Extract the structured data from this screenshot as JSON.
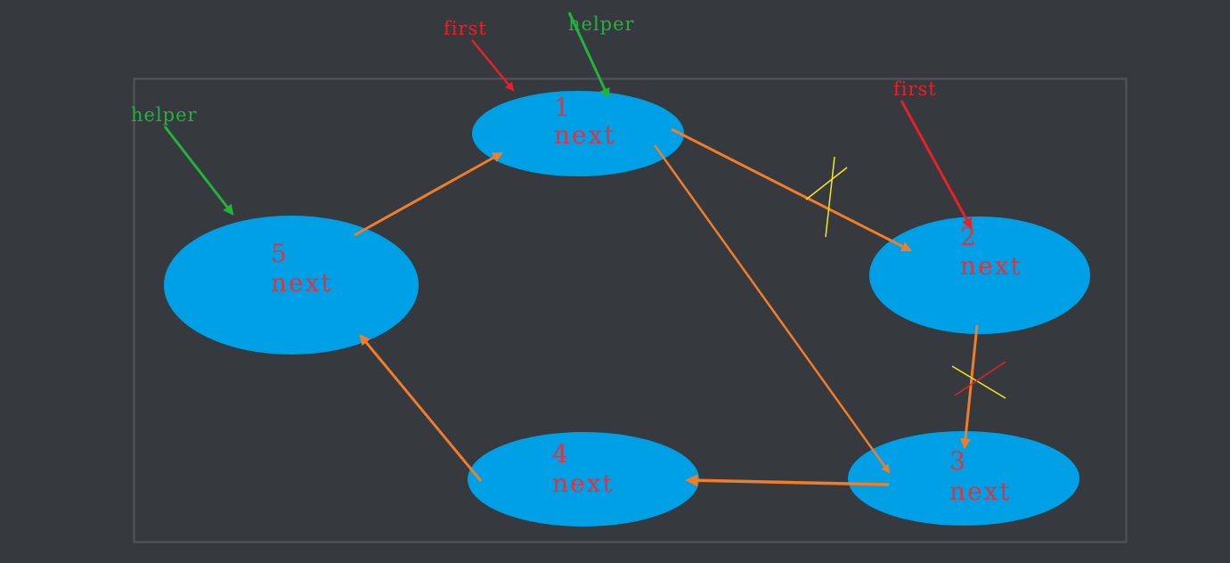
{
  "colors": {
    "background": "#363a3e",
    "frame": "#50555b",
    "node_fill": "#00a0e6",
    "node_text": "#e8303a",
    "link_arrow": "#f07d2a",
    "first_pointer": "#e8202a",
    "helper_pointer": "#22b23e",
    "cross_yellow": "#f2e81e",
    "cross_red": "#e8202a"
  },
  "nodes": [
    {
      "id": "n1",
      "number": "1",
      "field": "next"
    },
    {
      "id": "n2",
      "number": "2",
      "field": "next"
    },
    {
      "id": "n3",
      "number": "3",
      "field": "next"
    },
    {
      "id": "n4",
      "number": "4",
      "field": "next"
    },
    {
      "id": "n5",
      "number": "5",
      "field": "next"
    }
  ],
  "pointers": {
    "first_top": "first",
    "helper_top": "helper",
    "first_right": "first",
    "helper_left": "helper"
  }
}
